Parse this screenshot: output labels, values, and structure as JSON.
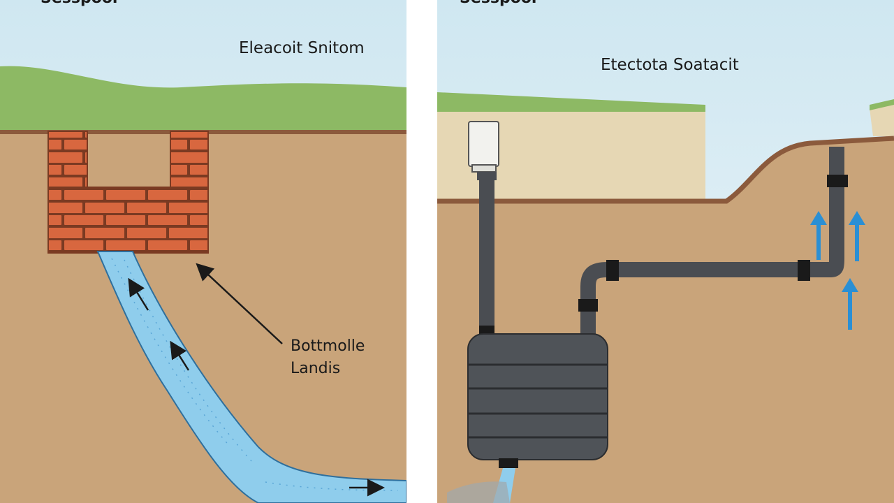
{
  "left_panel": {
    "title_cut": "Sesspool",
    "system_label": "Eleacoit Snitom",
    "callout_label": [
      "Bottmolle",
      "Landis"
    ]
  },
  "right_panel": {
    "title_cut": "Sesspool",
    "system_label": "Etectota Soatacit"
  },
  "colors": {
    "sky_top": "#cfe7f1",
    "sky_bottom": "#e9f4f8",
    "grass": "#8db964",
    "soil": "#c9a47a",
    "soil_edge": "#8b5a3c",
    "brick": "#d8673f",
    "brick_mortar": "#7a3a22",
    "water": "#8fcdec",
    "water_edge": "#2f6f9c",
    "pipe": "#4a4d52",
    "tank": "#4f5358",
    "flow_arrow": "#2a8fd4",
    "concrete": "#e6d7b4"
  },
  "icons": [
    "brick-chamber-icon",
    "septic-tank-icon",
    "vent-cap-icon",
    "flow-arrow-icon"
  ]
}
